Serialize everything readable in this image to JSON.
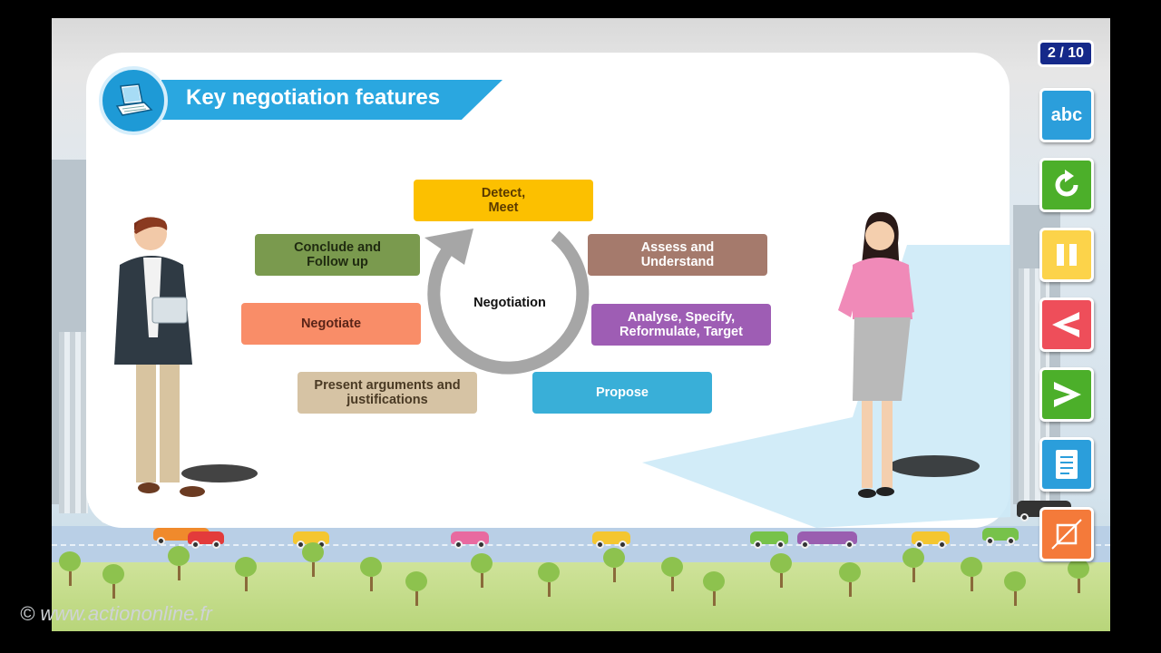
{
  "page": {
    "title": "Key negotiation features",
    "counter": "2 / 10",
    "copyright": "© www.actiononline.fr"
  },
  "cycle": {
    "center": "Negotiation",
    "steps": [
      {
        "label": "Detect,\nMeet",
        "color": "#fcc000",
        "text_color": "#5a3a00"
      },
      {
        "label": "Assess and\nUnderstand",
        "color": "#a57a6c",
        "text_color": "#ffffff"
      },
      {
        "label": "Analyse, Specify,\nReformulate, Target",
        "color": "#9e5db4",
        "text_color": "#ffffff"
      },
      {
        "label": "Propose",
        "color": "#39afd8",
        "text_color": "#ffffff"
      },
      {
        "label": "Present arguments and\njustifications",
        "color": "#d6c3a4",
        "text_color": "#4a3a24"
      },
      {
        "label": "Negotiate",
        "color": "#f98d68",
        "text_color": "#5a2418"
      },
      {
        "label": "Conclude and\nFollow up",
        "color": "#7a9a4e",
        "text_color": "#1f2a10"
      }
    ]
  },
  "sidebar": {
    "buttons": [
      {
        "name": "abc-button",
        "label": "abc",
        "color": "#2b9edb",
        "icon": "abc-text"
      },
      {
        "name": "replay-button",
        "color": "#4caf2a",
        "icon": "replay-icon"
      },
      {
        "name": "pause-button",
        "color": "#fcd34a",
        "icon": "pause-icon"
      },
      {
        "name": "previous-button",
        "color": "#ee4e5a",
        "icon": "chevron-left-icon"
      },
      {
        "name": "next-button",
        "color": "#4caf2a",
        "icon": "chevron-right-icon"
      },
      {
        "name": "document-button",
        "color": "#2b9edb",
        "icon": "document-icon"
      },
      {
        "name": "fullscreen-button",
        "color": "#f47a3a",
        "icon": "expand-icon"
      }
    ]
  },
  "scene": {
    "icon": "laptop-icon"
  }
}
